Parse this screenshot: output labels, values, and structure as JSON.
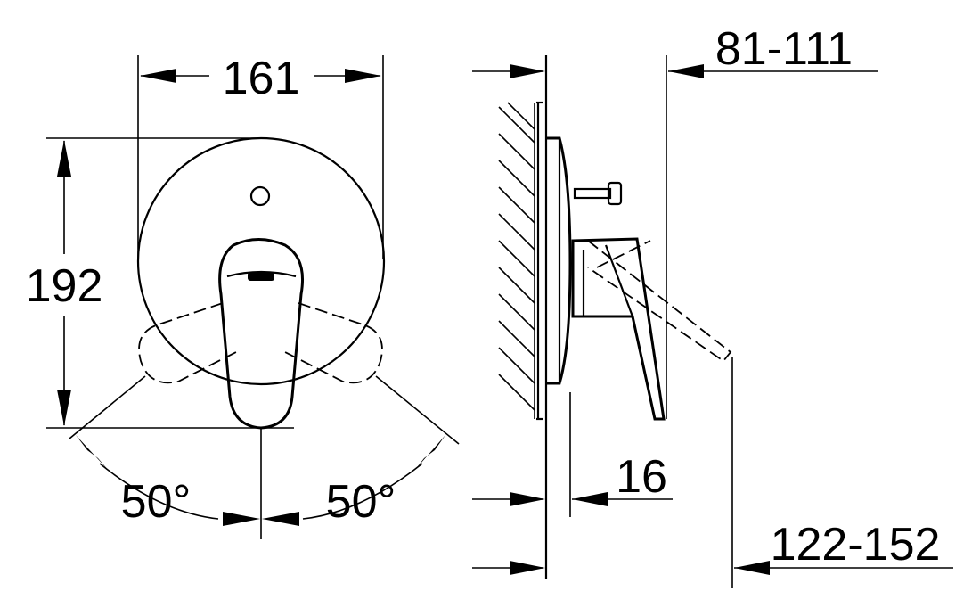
{
  "dimensions": {
    "front_width": "161",
    "front_height": "192",
    "angle_left": "50°",
    "angle_right": "50°",
    "side_depth_range": "81-111",
    "side_offset": "16",
    "side_total_range": "122-152"
  }
}
